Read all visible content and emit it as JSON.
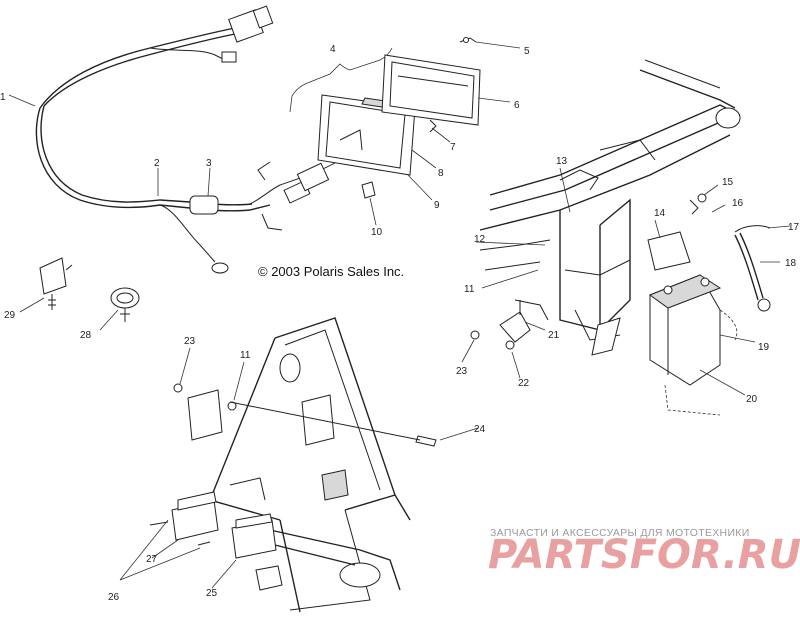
{
  "copyright": "© 2003 Polaris Sales Inc.",
  "watermark": {
    "tagline": "ЗАПЧАСТИ И АКСЕССУАРЫ ДЛЯ МОТОТЕХНИКИ",
    "logo": "PARTSFOR.RU"
  },
  "callouts": {
    "c1": "1",
    "c2": "2",
    "c3": "3",
    "c4": "4",
    "c5": "5",
    "c6": "6",
    "c7": "7",
    "c8": "8",
    "c9": "9",
    "c10": "10",
    "c11a": "11",
    "c11b": "11",
    "c12": "12",
    "c13": "13",
    "c14": "14",
    "c15": "15",
    "c16": "16",
    "c17": "17",
    "c18": "18",
    "c19": "19",
    "c20": "20",
    "c21": "21",
    "c22": "22",
    "c23a": "23",
    "c23b": "23",
    "c24": "24",
    "c25": "25",
    "c26": "26",
    "c27": "27",
    "c28": "28",
    "c29": "29"
  }
}
